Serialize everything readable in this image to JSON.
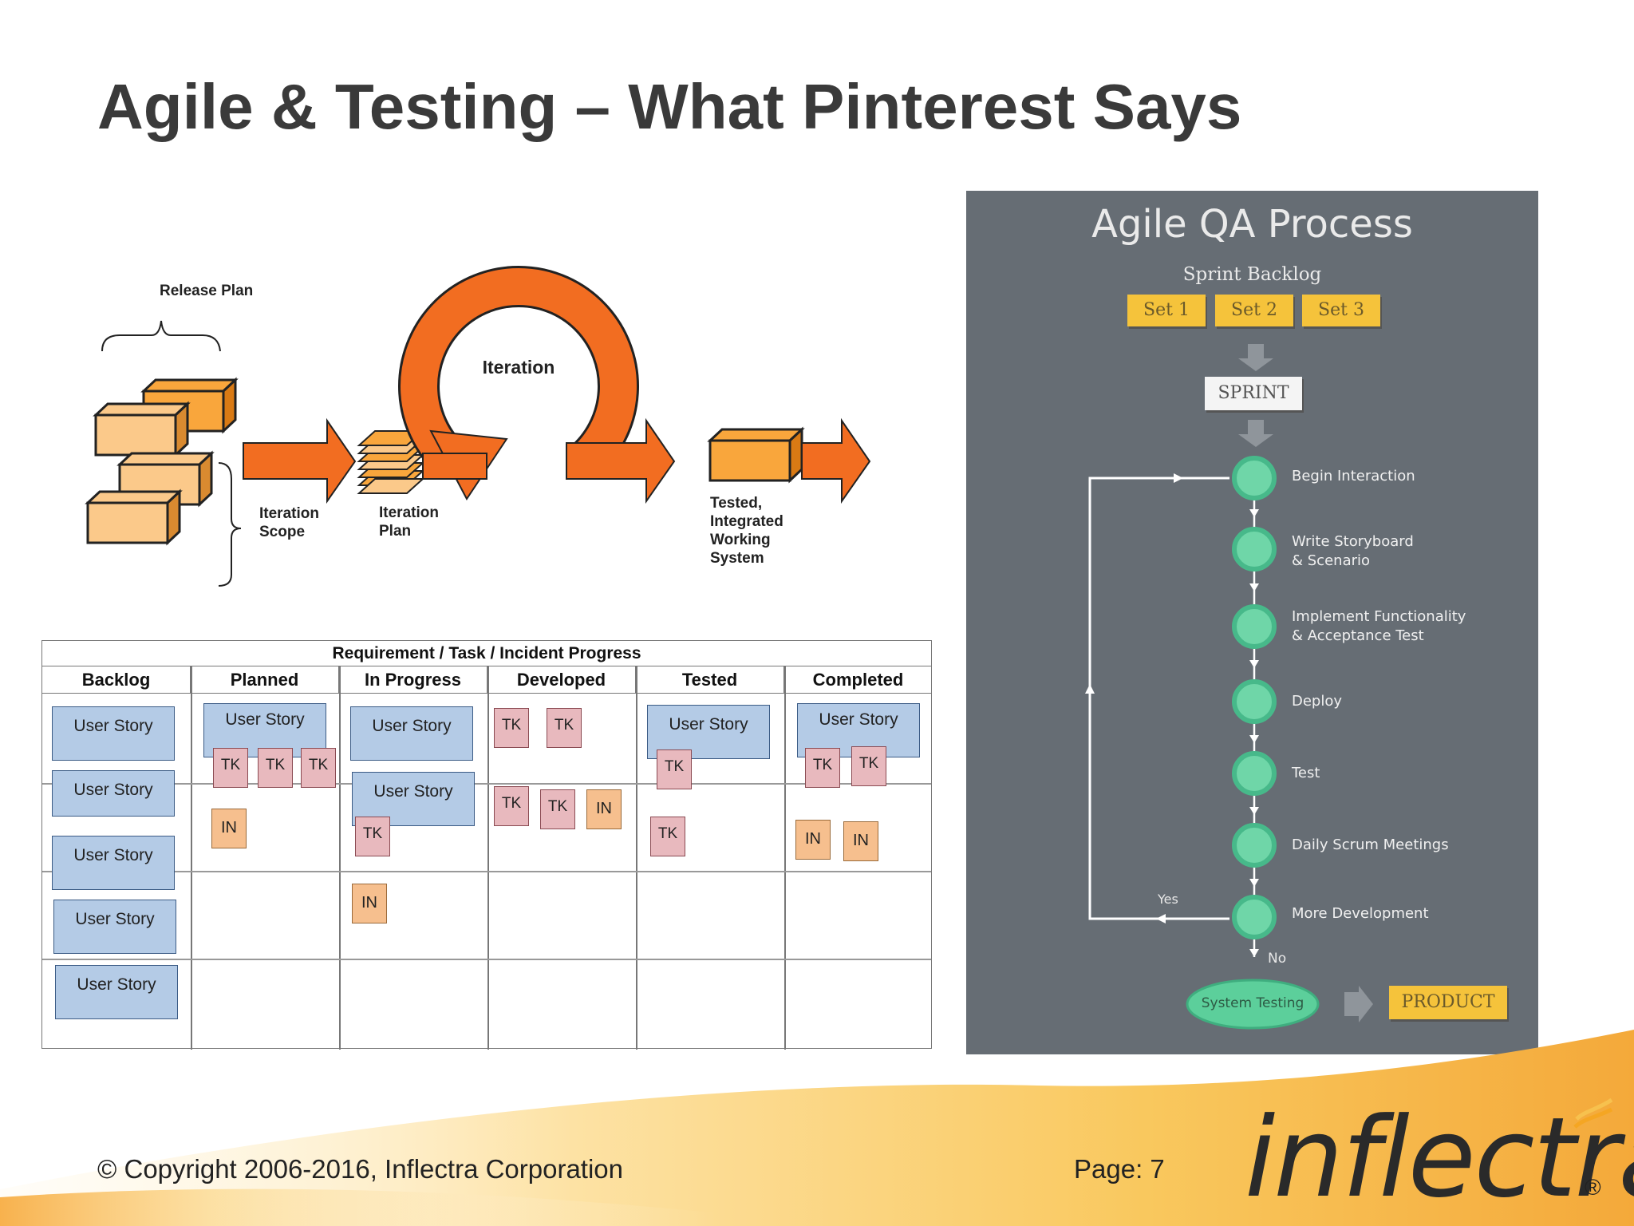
{
  "slide": {
    "title": "Agile & Testing – What Pinterest Says",
    "copyright": "© Copyright 2006-2016, Inflectra Corporation",
    "page": "Page: 7",
    "logo_text": "inflectra",
    "logo_mark": "®"
  },
  "agile_diagram": {
    "release_plan": "Release Plan",
    "iteration": "Iteration",
    "iteration_scope": [
      "Iteration",
      "Scope"
    ],
    "iteration_plan": [
      "Iteration",
      "Plan"
    ],
    "tested_system": [
      "Tested,",
      "Integrated",
      "Working",
      "System"
    ]
  },
  "kanban": {
    "title": "Requirement / Task / Incident Progress",
    "columns": [
      "Backlog",
      "Planned",
      "In Progress",
      "Developed",
      "Tested",
      "Completed"
    ],
    "user_story": "User Story",
    "task": "TK",
    "incident": "IN"
  },
  "qa_process": {
    "title": "Agile QA Process",
    "sprint_backlog": "Sprint Backlog",
    "sets": [
      "Set 1",
      "Set 2",
      "Set 3"
    ],
    "sprint": "SPRINT",
    "steps": [
      {
        "line1": "Begin Interaction",
        "line2": ""
      },
      {
        "line1": "Write Storyboard",
        "line2": "& Scenario"
      },
      {
        "line1": "Implement Functionality",
        "line2": "& Acceptance Test"
      },
      {
        "line1": "Deploy",
        "line2": ""
      },
      {
        "line1": "Test",
        "line2": ""
      },
      {
        "line1": "Daily Scrum Meetings",
        "line2": ""
      },
      {
        "line1": "More Development",
        "line2": ""
      }
    ],
    "yes": "Yes",
    "no": "No",
    "system_testing": "System Testing",
    "product": "PRODUCT"
  }
}
